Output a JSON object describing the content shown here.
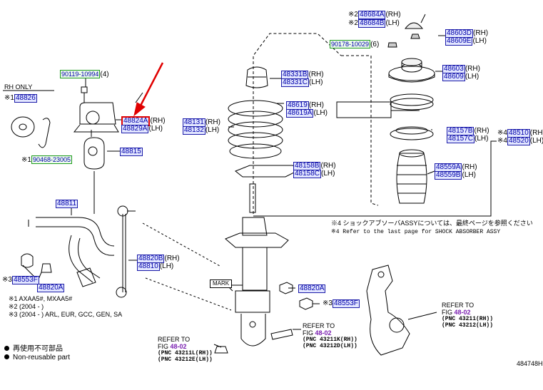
{
  "parts": {
    "p48684A": {
      "num": "48684A",
      "mark": "※2",
      "suffix": "(RH)"
    },
    "p48684B": {
      "num": "48684B",
      "mark": "※2",
      "suffix": "(LH)"
    },
    "p48603D": {
      "num": "48603D",
      "suffix": "(RH)"
    },
    "p48609E": {
      "num": "48609E",
      "suffix": "(LH)"
    },
    "p90178": {
      "num": "90178-10029",
      "suffix": "(6)"
    },
    "p48603": {
      "num": "48603",
      "suffix": "(RH)"
    },
    "p48609": {
      "num": "48609",
      "suffix": "(LH)"
    },
    "p90119": {
      "num": "90119-10994",
      "suffix": "(4)"
    },
    "p48331B": {
      "num": "48331B",
      "suffix": "(RH)"
    },
    "p48331C": {
      "num": "48331C",
      "suffix": "(LH)"
    },
    "p48826": {
      "num": "48826",
      "mark": "※1"
    },
    "p48619": {
      "num": "48619",
      "suffix": "(RH)"
    },
    "p48619A": {
      "num": "48619A",
      "suffix": "(LH)"
    },
    "p48824A": {
      "num": "48824A",
      "suffix": "(RH)"
    },
    "p48829A": {
      "num": "48829A",
      "suffix": "(LH)"
    },
    "p48131": {
      "num": "48131",
      "suffix": "(RH)"
    },
    "p48132": {
      "num": "48132",
      "suffix": "(LH)"
    },
    "p48157B": {
      "num": "48157B",
      "suffix": "(RH)"
    },
    "p48157C": {
      "num": "48157C",
      "suffix": "(LH)"
    },
    "p48510": {
      "num": "48510",
      "mark": "※4",
      "suffix": "(RH)"
    },
    "p48520": {
      "num": "48520",
      "mark": "※4",
      "suffix": "(LH)"
    },
    "p48815": {
      "num": "48815"
    },
    "p90468": {
      "num": "90468-23005",
      "mark": "※1"
    },
    "p48158B": {
      "num": "48158B",
      "suffix": "(RH)"
    },
    "p48158C": {
      "num": "48158C",
      "suffix": "(LH)"
    },
    "p48559A": {
      "num": "48559A",
      "suffix": "(RH)"
    },
    "p48559B": {
      "num": "48559B",
      "suffix": "(LH)"
    },
    "p48811": {
      "num": "48811"
    },
    "p48820B": {
      "num": "48820B",
      "suffix": "(RH)"
    },
    "p48810": {
      "num": "48810",
      "suffix": "(LH)"
    },
    "p48553F_left": {
      "num": "48553F",
      "mark": "※3"
    },
    "p48820A_left": {
      "num": "48820A"
    },
    "p48820A_mid": {
      "num": "48820A"
    },
    "p48553F_mid": {
      "num": "48553F",
      "mark": "※3"
    }
  },
  "labels": {
    "rh_only": "RH ONLY",
    "mark": "MARK",
    "note_jp": "※4 ショックアブソーバASSYについては、最終ページを参照ください",
    "note_en": "※4 Refer to the last page for SHOCK ABSORBER ASSY",
    "fn1": "※1 AXAA5#, MXAA5#",
    "fn2": "※2 (2004 -         )",
    "fn3": "※3 (2004 -         ) ARL, EUR, GCC, GEN, SA",
    "legend_jp": "再使用不可部品",
    "legend_en": "Non-reusable part",
    "diagram_id": "484748H"
  },
  "refs": {
    "knuckle": {
      "line1": "REFER TO",
      "line2": "FIG",
      "fig": "48-02",
      "pnc1": "(PNC 43211(RH))",
      "pnc2": "(PNC 43212(LH))"
    },
    "bolt": {
      "line1": "REFER TO",
      "line2": "FIG",
      "fig": "48-02",
      "pnc1": "(PNC 43211K(RH))",
      "pnc2": "(PNC 43212D(LH))"
    },
    "nut": {
      "line1": "REFER TO",
      "line2": "FIG",
      "fig": "48-02",
      "pnc1": "(PNC 43211L(RH))",
      "pnc2": "(PNC 43212E(LH))"
    }
  },
  "colors": {
    "part_box_border": "#1a1aa8",
    "part_box_fill": "#e2e6ff",
    "part_text": "#0000aa",
    "highlight": "#e00000",
    "fig_ref": "#7a1fb0",
    "green_box": "#1e9a1e"
  }
}
